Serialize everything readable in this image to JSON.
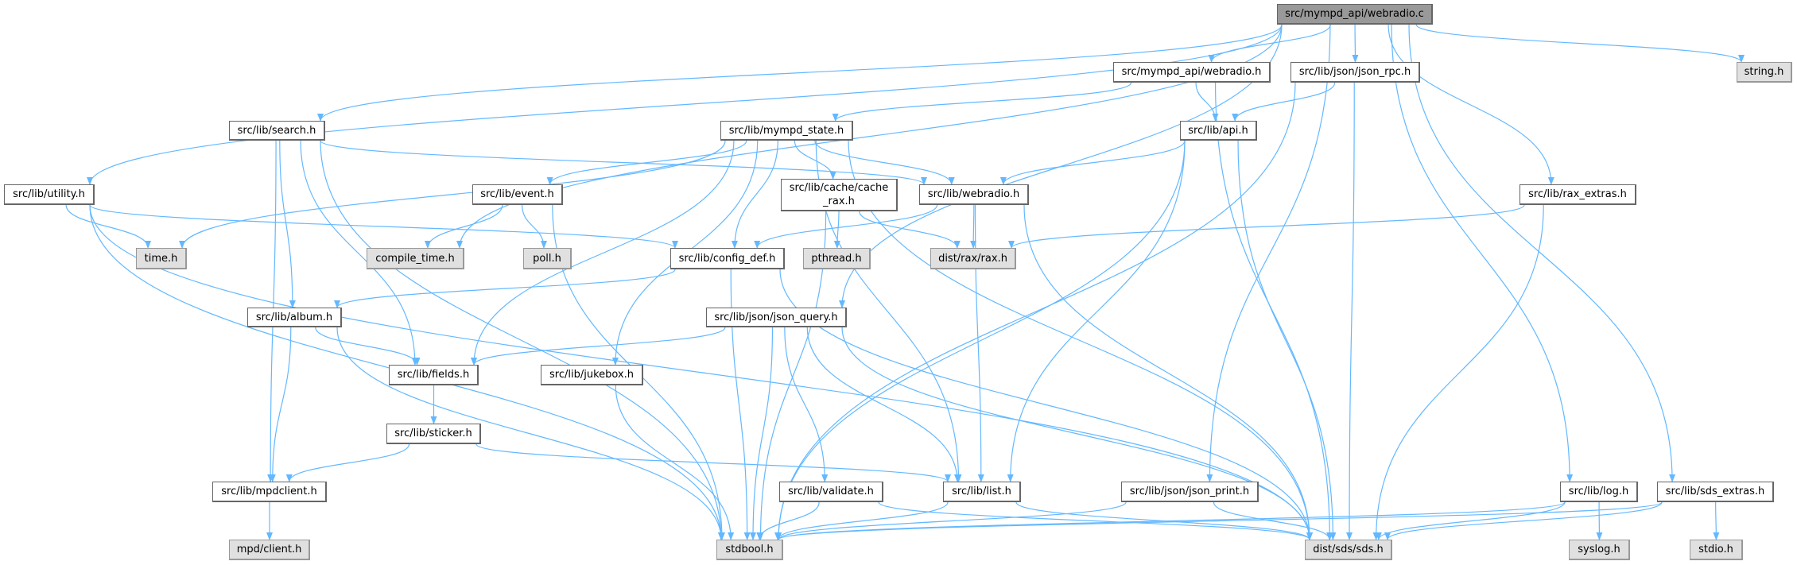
{
  "title": "src/mympd_api/webradio.c include dependency graph",
  "colors": {
    "edge": "#63b8ff",
    "root_fill": "#999999",
    "system_fill": "#e0e0e0",
    "node_fill": "#ffffff"
  },
  "nodes": [
    {
      "id": "webradio_c",
      "label": "src/mympd_api/webradio.c",
      "kind": "root"
    },
    {
      "id": "api_webradio_h",
      "label": "src/mympd_api/webradio.h",
      "kind": "project"
    },
    {
      "id": "json_rpc_h",
      "label": "src/lib/json/json_rpc.h",
      "kind": "project"
    },
    {
      "id": "string_h",
      "label": "string.h",
      "kind": "system"
    },
    {
      "id": "search_h",
      "label": "src/lib/search.h",
      "kind": "project"
    },
    {
      "id": "mympd_state_h",
      "label": "src/lib/mympd_state.h",
      "kind": "project"
    },
    {
      "id": "api_h",
      "label": "src/lib/api.h",
      "kind": "project"
    },
    {
      "id": "utility_h",
      "label": "src/lib/utility.h",
      "kind": "project"
    },
    {
      "id": "event_h",
      "label": "src/lib/event.h",
      "kind": "project"
    },
    {
      "id": "cache_rax_h",
      "label": "src/lib/cache/cache\n_rax.h",
      "kind": "project"
    },
    {
      "id": "lib_webradio_h",
      "label": "src/lib/webradio.h",
      "kind": "project"
    },
    {
      "id": "rax_extras_h",
      "label": "src/lib/rax_extras.h",
      "kind": "project"
    },
    {
      "id": "time_h",
      "label": "time.h",
      "kind": "system"
    },
    {
      "id": "compile_time_h",
      "label": "compile_time.h",
      "kind": "system"
    },
    {
      "id": "poll_h",
      "label": "poll.h",
      "kind": "system"
    },
    {
      "id": "config_def_h",
      "label": "src/lib/config_def.h",
      "kind": "project"
    },
    {
      "id": "pthread_h",
      "label": "pthread.h",
      "kind": "system"
    },
    {
      "id": "rax_h",
      "label": "dist/rax/rax.h",
      "kind": "system"
    },
    {
      "id": "album_h",
      "label": "src/lib/album.h",
      "kind": "project"
    },
    {
      "id": "json_query_h",
      "label": "src/lib/json/json_query.h",
      "kind": "project"
    },
    {
      "id": "fields_h",
      "label": "src/lib/fields.h",
      "kind": "project"
    },
    {
      "id": "jukebox_h",
      "label": "src/lib/jukebox.h",
      "kind": "project"
    },
    {
      "id": "sticker_h",
      "label": "src/lib/sticker.h",
      "kind": "project"
    },
    {
      "id": "mpdclient_h",
      "label": "src/lib/mpdclient.h",
      "kind": "project"
    },
    {
      "id": "list_h",
      "label": "src/lib/list.h",
      "kind": "project"
    },
    {
      "id": "validate_h",
      "label": "src/lib/validate.h",
      "kind": "project"
    },
    {
      "id": "json_print_h",
      "label": "src/lib/json/json_print.h",
      "kind": "project"
    },
    {
      "id": "log_h",
      "label": "src/lib/log.h",
      "kind": "project"
    },
    {
      "id": "sds_extras_h",
      "label": "src/lib/sds_extras.h",
      "kind": "project"
    },
    {
      "id": "mpd_client_h",
      "label": "mpd/client.h",
      "kind": "system"
    },
    {
      "id": "stdbool_h",
      "label": "stdbool.h",
      "kind": "system"
    },
    {
      "id": "sds_h",
      "label": "dist/sds/sds.h",
      "kind": "system"
    },
    {
      "id": "syslog_h",
      "label": "syslog.h",
      "kind": "system"
    },
    {
      "id": "stdio_h",
      "label": "stdio.h",
      "kind": "system"
    }
  ],
  "edges": [
    [
      "webradio_c",
      "utility_h"
    ],
    [
      "webradio_c",
      "search_h"
    ],
    [
      "webradio_c",
      "json_query_h"
    ],
    [
      "webradio_c",
      "compile_time_h"
    ],
    [
      "webradio_c",
      "api_webradio_h"
    ],
    [
      "webradio_c",
      "json_rpc_h"
    ],
    [
      "webradio_c",
      "json_print_h"
    ],
    [
      "webradio_c",
      "rax_extras_h"
    ],
    [
      "webradio_c",
      "log_h"
    ],
    [
      "webradio_c",
      "sds_extras_h"
    ],
    [
      "webradio_c",
      "string_h"
    ],
    [
      "api_webradio_h",
      "mympd_state_h"
    ],
    [
      "api_webradio_h",
      "api_h"
    ],
    [
      "api_webradio_h",
      "sds_h"
    ],
    [
      "json_rpc_h",
      "api_h"
    ],
    [
      "json_rpc_h",
      "stdbool_h"
    ],
    [
      "json_rpc_h",
      "sds_h"
    ],
    [
      "api_h",
      "lib_webradio_h"
    ],
    [
      "api_h",
      "list_h"
    ],
    [
      "api_h",
      "stdbool_h"
    ],
    [
      "api_h",
      "sds_h"
    ],
    [
      "search_h",
      "lib_webradio_h"
    ],
    [
      "search_h",
      "album_h"
    ],
    [
      "search_h",
      "fields_h"
    ],
    [
      "search_h",
      "mpdclient_h"
    ],
    [
      "search_h",
      "stdbool_h"
    ],
    [
      "mympd_state_h",
      "time_h"
    ],
    [
      "mympd_state_h",
      "event_h"
    ],
    [
      "mympd_state_h",
      "cache_rax_h"
    ],
    [
      "mympd_state_h",
      "config_def_h"
    ],
    [
      "mympd_state_h",
      "lib_webradio_h"
    ],
    [
      "mympd_state_h",
      "fields_h"
    ],
    [
      "mympd_state_h",
      "jukebox_h"
    ],
    [
      "mympd_state_h",
      "list_h"
    ],
    [
      "mympd_state_h",
      "sds_h"
    ],
    [
      "utility_h",
      "time_h"
    ],
    [
      "utility_h",
      "config_def_h"
    ],
    [
      "utility_h",
      "stdbool_h"
    ],
    [
      "utility_h",
      "sds_h"
    ],
    [
      "event_h",
      "compile_time_h"
    ],
    [
      "event_h",
      "poll_h"
    ],
    [
      "event_h",
      "stdbool_h"
    ],
    [
      "cache_rax_h",
      "pthread_h"
    ],
    [
      "cache_rax_h",
      "rax_h"
    ],
    [
      "cache_rax_h",
      "stdbool_h"
    ],
    [
      "lib_webradio_h",
      "config_def_h"
    ],
    [
      "lib_webradio_h",
      "rax_h"
    ],
    [
      "lib_webradio_h",
      "list_h"
    ],
    [
      "lib_webradio_h",
      "sds_h"
    ],
    [
      "rax_extras_h",
      "rax_h"
    ],
    [
      "rax_extras_h",
      "sds_h"
    ],
    [
      "config_def_h",
      "album_h"
    ],
    [
      "config_def_h",
      "stdbool_h"
    ],
    [
      "config_def_h",
      "sds_h"
    ],
    [
      "album_h",
      "fields_h"
    ],
    [
      "album_h",
      "mpdclient_h"
    ],
    [
      "album_h",
      "stdbool_h"
    ],
    [
      "json_query_h",
      "fields_h"
    ],
    [
      "json_query_h",
      "list_h"
    ],
    [
      "json_query_h",
      "stdbool_h"
    ],
    [
      "json_query_h",
      "validate_h"
    ],
    [
      "json_query_h",
      "sds_h"
    ],
    [
      "fields_h",
      "sticker_h"
    ],
    [
      "jukebox_h",
      "stdbool_h"
    ],
    [
      "sticker_h",
      "mpdclient_h"
    ],
    [
      "sticker_h",
      "list_h"
    ],
    [
      "mpdclient_h",
      "mpd_client_h"
    ],
    [
      "list_h",
      "stdbool_h"
    ],
    [
      "list_h",
      "sds_h"
    ],
    [
      "validate_h",
      "stdbool_h"
    ],
    [
      "validate_h",
      "sds_h"
    ],
    [
      "json_print_h",
      "stdbool_h"
    ],
    [
      "json_print_h",
      "sds_h"
    ],
    [
      "log_h",
      "stdbool_h"
    ],
    [
      "log_h",
      "sds_h"
    ],
    [
      "log_h",
      "syslog_h"
    ],
    [
      "sds_extras_h",
      "stdbool_h"
    ],
    [
      "sds_extras_h",
      "sds_h"
    ],
    [
      "sds_extras_h",
      "stdio_h"
    ]
  ]
}
